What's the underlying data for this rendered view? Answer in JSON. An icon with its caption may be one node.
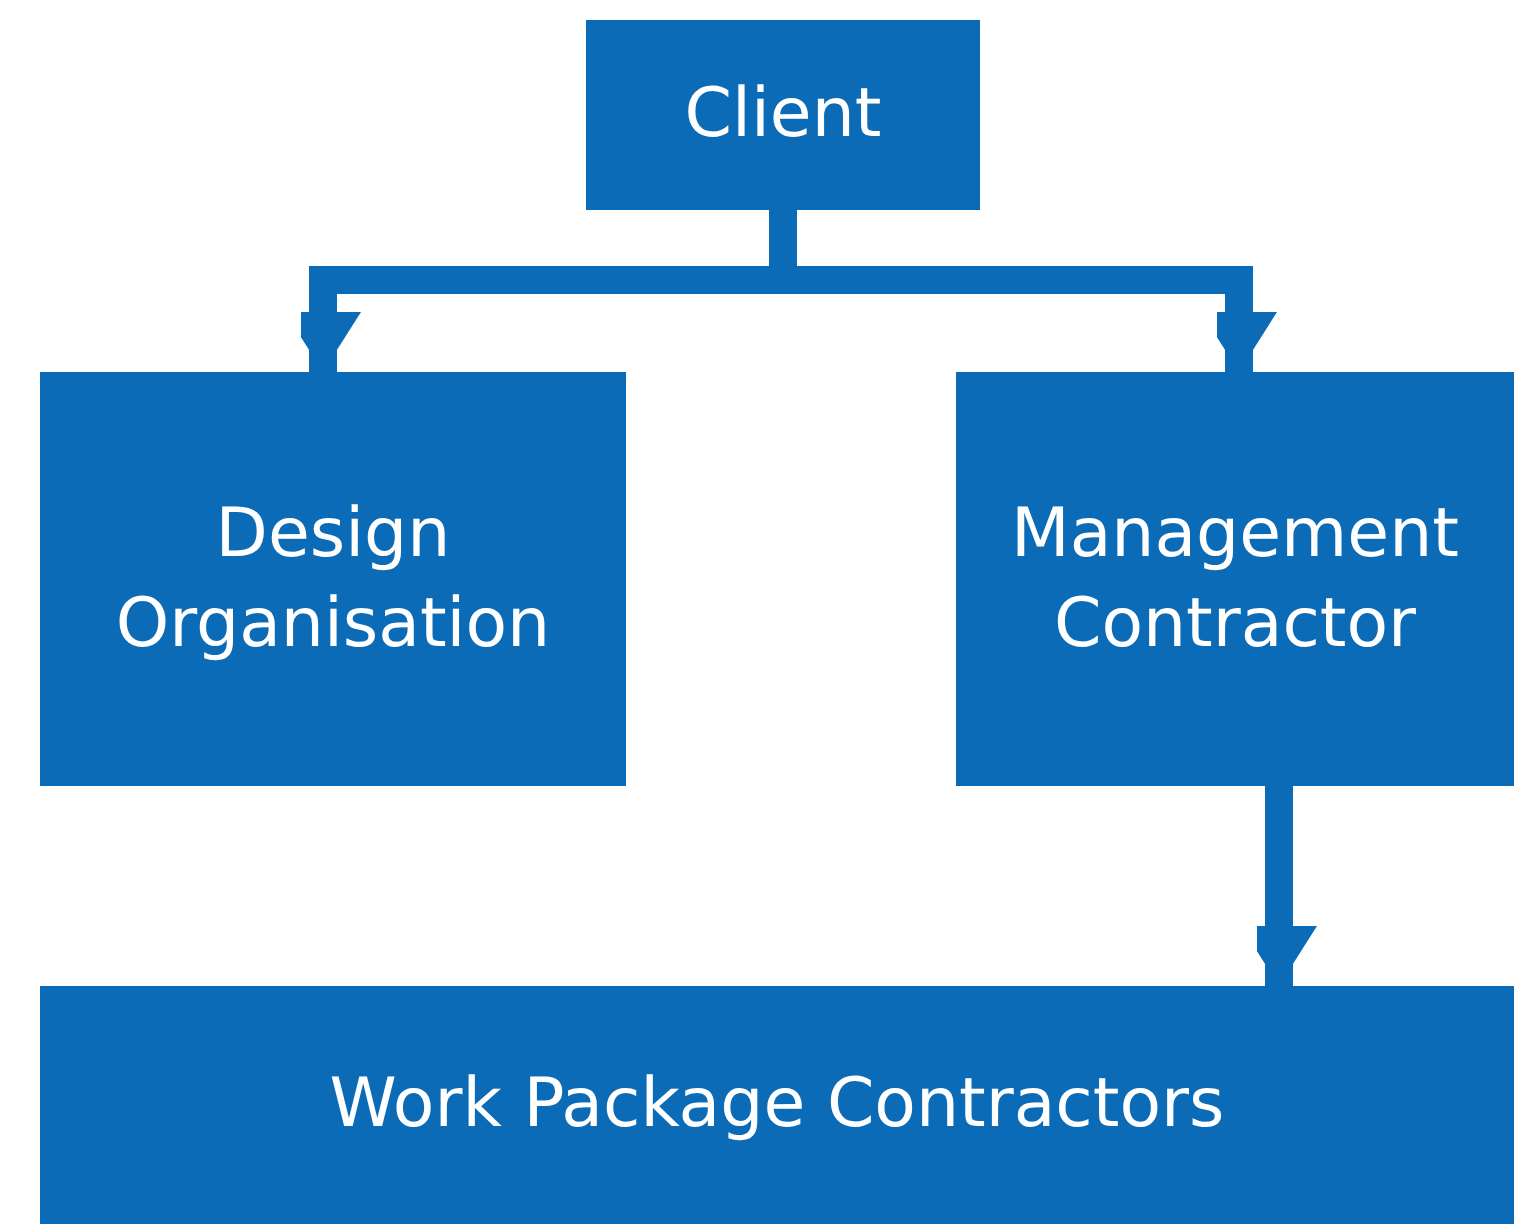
{
  "diagram": {
    "nodes": [
      {
        "text": [
          "Client"
        ]
      },
      {
        "text": [
          "Design Organisation"
        ]
      },
      {
        "text": [
          "Management Contractor"
        ]
      },
      {
        "text": [
          "Work Package Contractors"
        ]
      }
    ],
    "edges": [
      {
        "from": 0,
        "to": 1,
        "arrow": "to"
      },
      {
        "from": 0,
        "to": 2,
        "arrow": "to"
      },
      {
        "from": 2,
        "to": 3,
        "arrow": "to"
      }
    ]
  }
}
